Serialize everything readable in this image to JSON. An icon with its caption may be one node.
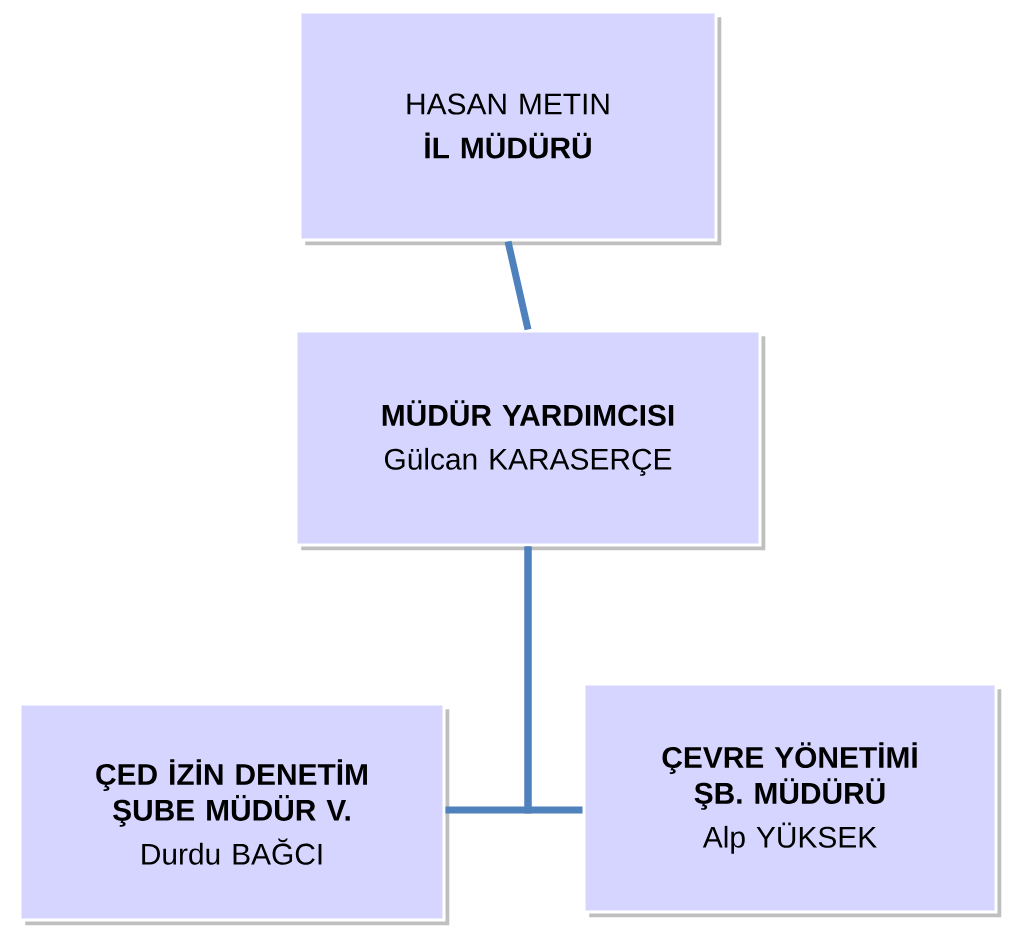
{
  "diagram": {
    "nodes": [
      {
        "text": [
          "HASAN METIN",
          "İL MÜDÜRÜ"
        ]
      },
      {
        "text": [
          "MÜDÜR YARDIMCISI",
          "Gülcan KARASERÇE"
        ]
      },
      {
        "text": [
          "ÇED İZİN DENETİM ŞUBE MÜDÜR V.",
          "Durdu BAĞCI"
        ]
      },
      {
        "text": [
          "ÇEVRE YÖNETİMİ ŞB. MÜDÜRÜ",
          "Alp YÜKSEK"
        ]
      }
    ],
    "edges": [
      {
        "from": 0,
        "to": 1,
        "arrow": "none"
      },
      {
        "from": 1,
        "to": 2,
        "arrow": "none"
      },
      {
        "from": 1,
        "to": 3,
        "arrow": "none"
      }
    ]
  }
}
